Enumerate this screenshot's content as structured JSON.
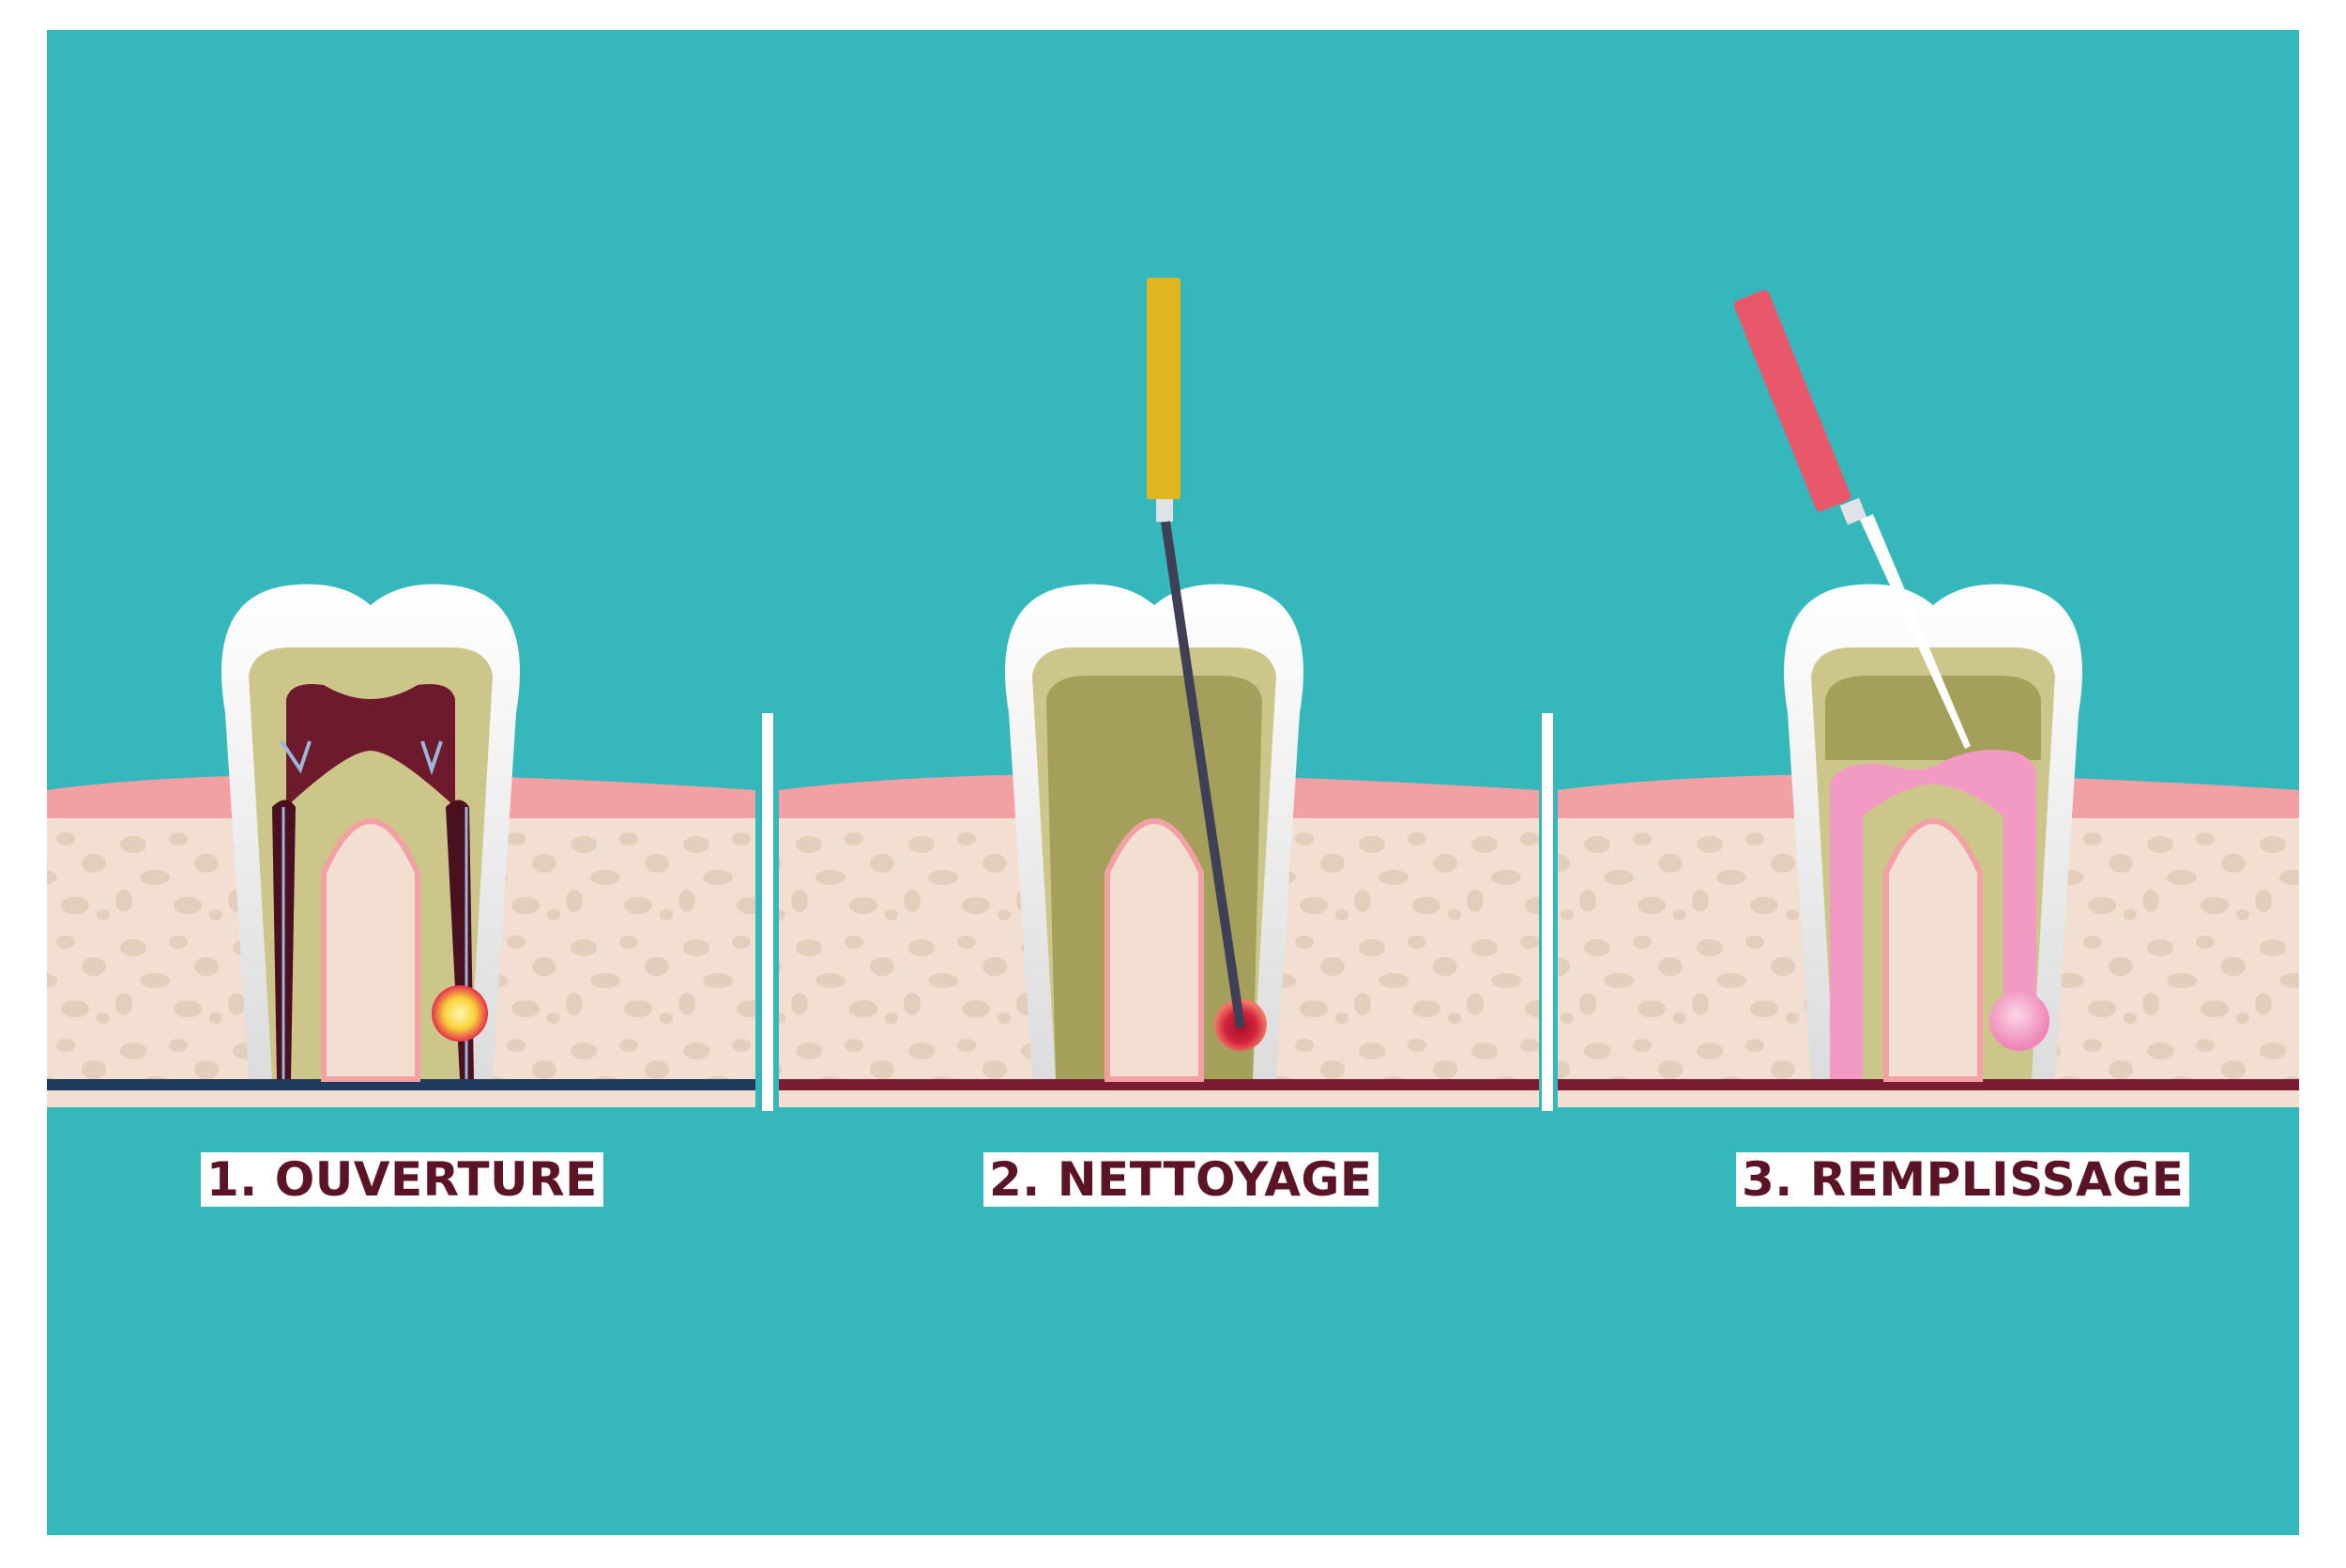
{
  "steps": [
    {
      "label": "1. OUVERTURE"
    },
    {
      "label": "2. NETTOYAGE"
    },
    {
      "label": "3. REMPLISSAGE"
    }
  ],
  "colors": {
    "background": "#36b7bb",
    "gum": "#f2a0a4",
    "bone": "#f3dfd2",
    "bone_spot": "#e8d3c4",
    "enamel": "#f4f4f4",
    "dentin": "#cdc68b",
    "pulp_infected": "#6e1a2c",
    "pulp_cleaned": "#a4a05b",
    "filling": "#f29ac4",
    "nerve": "#1f3a5c",
    "file_yellow": "#e0b51f",
    "file_red": "#e8576a",
    "label_text": "#5a1426"
  }
}
